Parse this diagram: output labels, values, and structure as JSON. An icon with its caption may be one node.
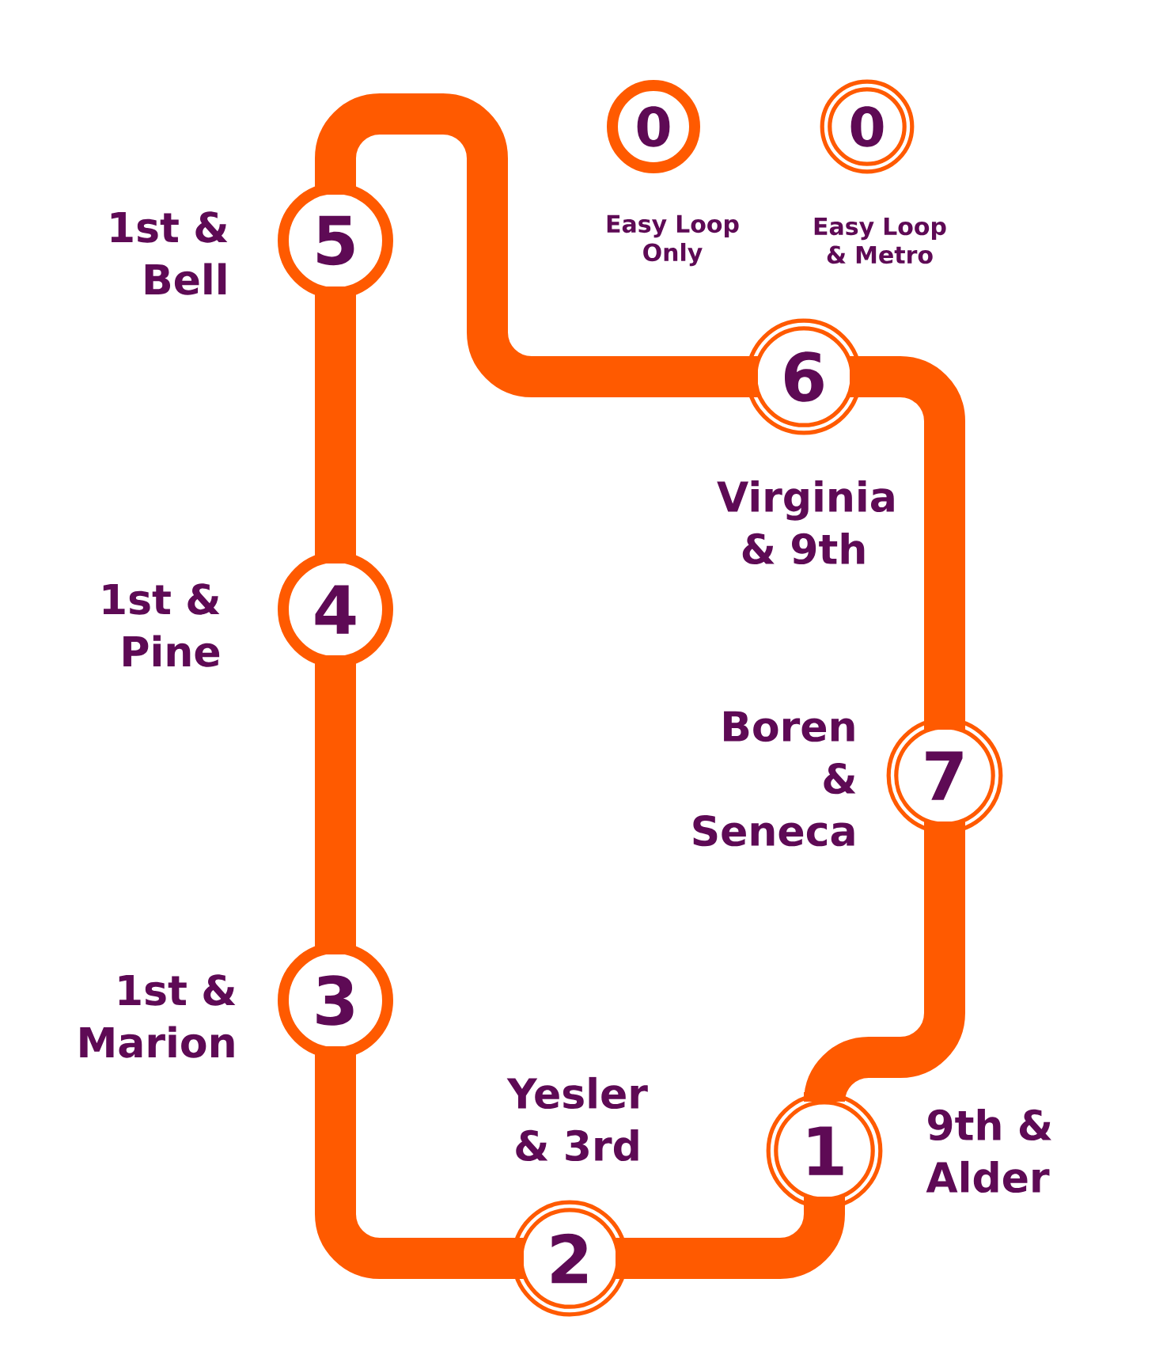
{
  "diagram": {
    "nodes": [
      {
        "text": [
          "1"
        ],
        "beside": [
          "9th & Alder"
        ]
      },
      {
        "text": [
          "2"
        ],
        "beside": [
          "Yesler & 3rd"
        ]
      },
      {
        "text": [
          "3"
        ],
        "beside": [
          "1st & Marion"
        ]
      },
      {
        "text": [
          "4"
        ],
        "beside": [
          "1st & Pine"
        ]
      },
      {
        "text": [
          "5"
        ],
        "beside": [
          "1st & Bell"
        ]
      },
      {
        "text": [
          "6"
        ],
        "beside": [
          "Virginia & 9th"
        ]
      },
      {
        "text": [
          "7"
        ],
        "beside": [
          "Boren & Seneca"
        ]
      },
      {
        "text": [
          "0"
        ],
        "beside": [
          "Easy Loop Only"
        ]
      },
      {
        "text": [
          "0"
        ],
        "beside": [
          "Easy Loop & Metro"
        ]
      }
    ],
    "edges": [
      {
        "from": 0,
        "to": 1,
        "arrow": "none"
      },
      {
        "from": 1,
        "to": 2,
        "arrow": "none"
      },
      {
        "from": 2,
        "to": 3,
        "arrow": "none"
      },
      {
        "from": 3,
        "to": 4,
        "arrow": "none"
      },
      {
        "from": 4,
        "to": 5,
        "arrow": "none"
      },
      {
        "from": 5,
        "to": 6,
        "arrow": "none"
      },
      {
        "from": 6,
        "to": 0,
        "arrow": "none"
      }
    ]
  }
}
